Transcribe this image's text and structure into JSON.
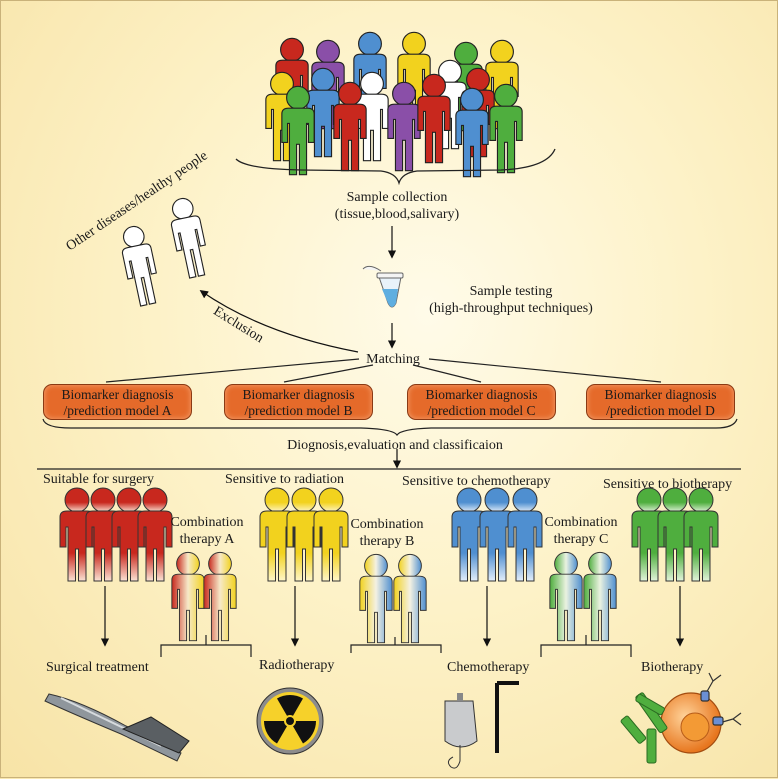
{
  "labels": {
    "sample_collection": "Sample collection",
    "sample_collection_sub": "(tissue,blood,salivary)",
    "other_diseases": "Other diseases/healthy people",
    "sample_testing": "Sample testing",
    "sample_testing_sub": "(high-throughput techniques)",
    "exclusion": "Exclusion",
    "matching": "Matching",
    "diagnosis_eval": "Diognosis,evaluation and classificaion"
  },
  "models": [
    {
      "line1": "Biomarker diagnosis",
      "line2": "/prediction model A"
    },
    {
      "line1": "Biomarker diagnosis",
      "line2": "/prediction model B"
    },
    {
      "line1": "Biomarker diagnosis",
      "line2": "/prediction model C"
    },
    {
      "line1": "Biomarker diagnosis",
      "line2": "/prediction model D"
    }
  ],
  "groups": {
    "surgery": "Suitable for surgery",
    "radiation": "Sensitive to radiation",
    "chemo": "Sensitive to chemotherapy",
    "bio": "Sensitive to biotherapy",
    "combo_a_1": "Combination",
    "combo_a_2": "therapy A",
    "combo_b_1": "Combination",
    "combo_b_2": "therapy B",
    "combo_c_1": "Combination",
    "combo_c_2": "therapy C"
  },
  "treatments": {
    "surgical": "Surgical treatment",
    "radio": "Radiotherapy",
    "chemo": "Chemotherapy",
    "bio": "Biotherapy"
  },
  "colors": {
    "red": "#c8281e",
    "purple": "#8a4fa8",
    "blue": "#4f8fd0",
    "yellow": "#f2d21e",
    "green": "#4fae3e",
    "white": "#ffffff",
    "orange_box": "#e56a2a"
  }
}
